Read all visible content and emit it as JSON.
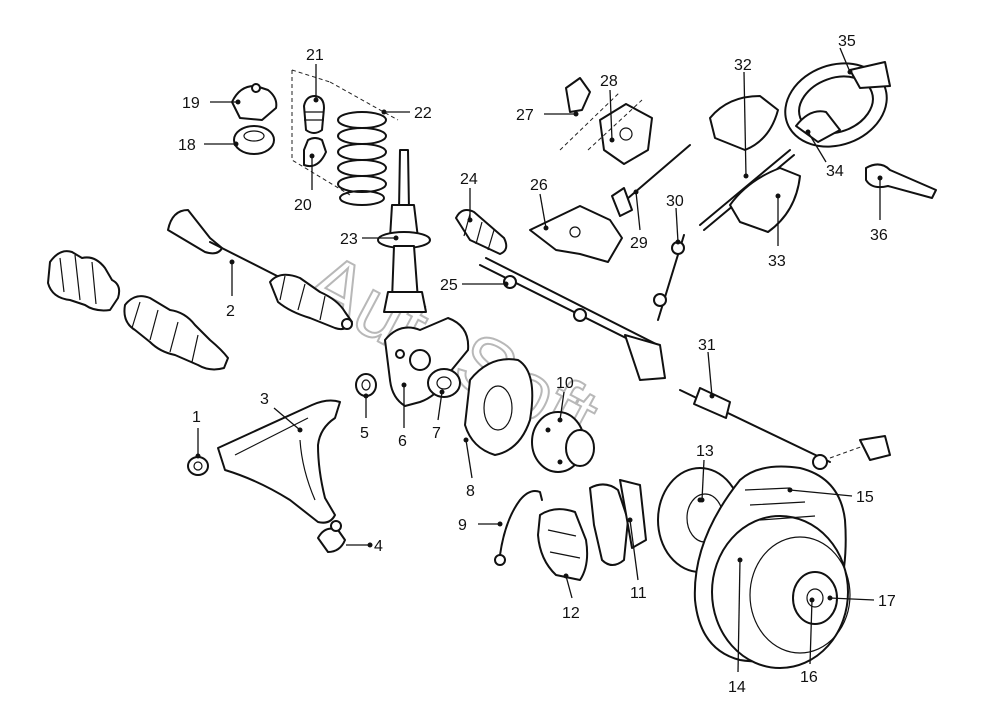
{
  "watermark": "AutoSoft",
  "callouts": [
    "1",
    "2",
    "3",
    "4",
    "5",
    "6",
    "7",
    "8",
    "9",
    "10",
    "11",
    "12",
    "13",
    "14",
    "15",
    "16",
    "17",
    "18",
    "19",
    "20",
    "21",
    "22",
    "23",
    "24",
    "25",
    "26",
    "27",
    "28",
    "29",
    "30",
    "31",
    "32",
    "33",
    "34",
    "35",
    "36"
  ]
}
